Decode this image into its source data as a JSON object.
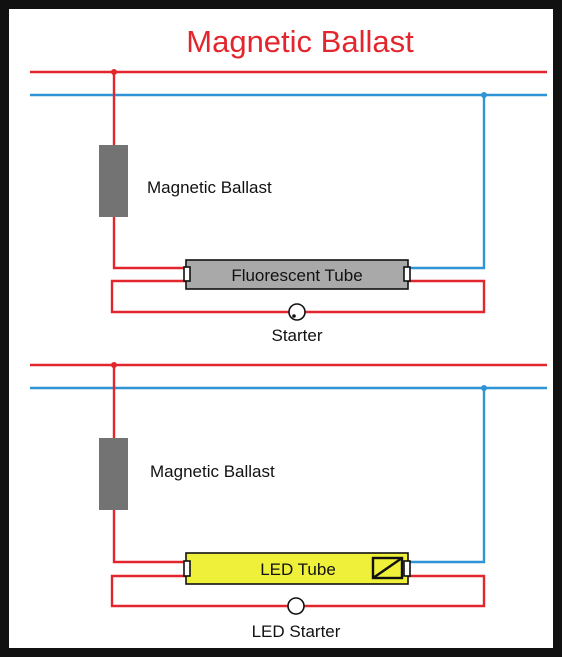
{
  "title": "Magnetic Ballast",
  "colors": {
    "title": "#e3262e",
    "live_wire": "#e3262e",
    "neutral_wire": "#2f94d6",
    "ballast": "#737373",
    "fluorescent_tube": "#a9a9a9",
    "led_tube": "#eef03a",
    "frame": "#111111"
  },
  "top_circuit": {
    "ballast_label": "Magnetic Ballast",
    "tube_label": "Fluorescent Tube",
    "starter_label": "Starter"
  },
  "bottom_circuit": {
    "ballast_label": "Magnetic Ballast",
    "tube_label": "LED Tube",
    "starter_label": "LED Starter"
  }
}
